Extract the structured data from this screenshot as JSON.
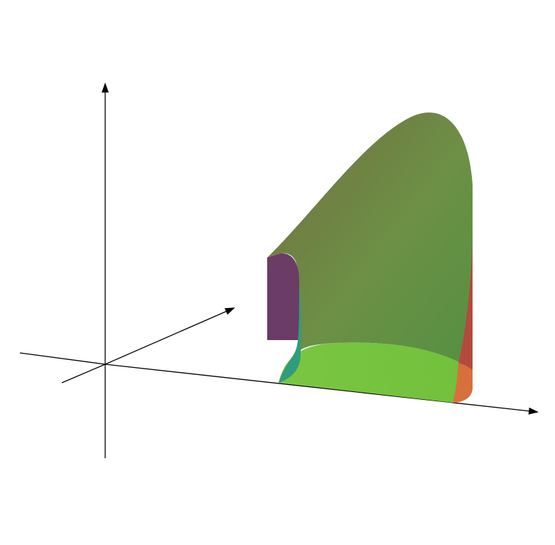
{
  "figure": {
    "kind": "3d-surface-diagram",
    "background_color": "#ffffff",
    "axis_color": "#000000",
    "axes": [
      "x-axis",
      "y-axis",
      "z-axis"
    ],
    "labels_shown": false
  },
  "surfaces": {
    "top_surface": {
      "color": "#5d8a3b",
      "description_id": "curved-top"
    },
    "bottom_region": {
      "color": "#6fc43d"
    },
    "left_end_cap": {
      "color": "#6b3a6a"
    },
    "left_curl_edge": {
      "color": "#2f9c7c"
    },
    "right_end_cap": {
      "color": "#b44a3e"
    },
    "right_bottom_cap": {
      "color": "#d7703c"
    }
  }
}
